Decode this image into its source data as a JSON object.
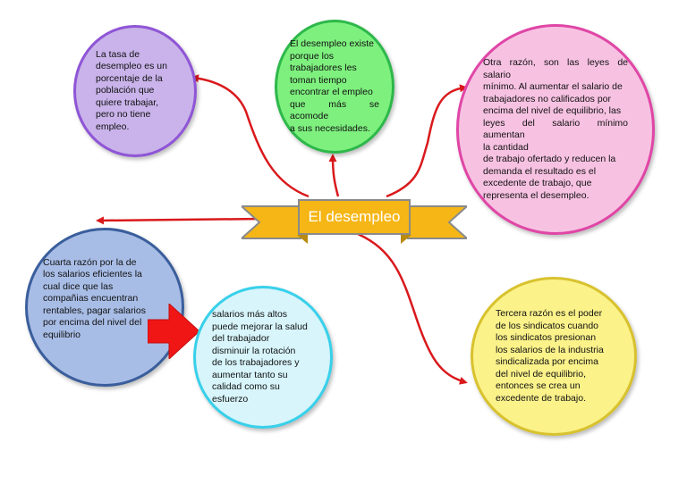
{
  "central": {
    "title": "El desempleo",
    "color": "#f5b616"
  },
  "nodes": [
    {
      "id": "tasa",
      "fill": "#c9b3ea",
      "border": "#8f55d6",
      "lines": [
        "La tasa de",
        "desempleo es un",
        "porcentaje de la",
        "población que",
        "quiere trabajar,",
        "pero no tiene",
        "empleo."
      ]
    },
    {
      "id": "existe",
      "fill": "#7ef07e",
      "border": "#2db84a",
      "lines": [
        "El desempleo existe",
        "porque los",
        "trabajadores les",
        "toman tiempo",
        "encontrar el empleo",
        "que más se acomode",
        "a sus necesidades."
      ]
    },
    {
      "id": "salario-minimo",
      "fill": "#f7c2e2",
      "border": "#e046a6",
      "lines": [
        "Otra razón, son las leyes de salario",
        "mínimo. Al aumentar el salario de",
        "trabajadores no calificados por",
        "encima del nivel de equilibrio, las",
        "leyes del salario mínimo aumentan",
        "la cantidad",
        "de trabajo ofertado y reducen la",
        "demanda el resultado es el",
        "excedente de trabajo, que",
        "representa el desempleo."
      ]
    },
    {
      "id": "salarios-eficientes",
      "fill": "#a8bde6",
      "border": "#3a5e9c",
      "lines": [
        "Cuarta razón por la de",
        "los salarios eficientes la",
        "cual dice que las",
        "compañias encuentran",
        "rentables, pagar salarios",
        "por encima del nivel del",
        "equilibrio"
      ]
    },
    {
      "id": "salarios-altos",
      "fill": "#d7f5fb",
      "border": "#38d0ea",
      "lines": [
        "salarios más altos",
        "puede mejorar la salud",
        "del trabajador",
        "disminuir la rotación",
        "de los trabajadores y",
        "aumentar tanto su",
        "calidad como su",
        "esfuerzo"
      ]
    },
    {
      "id": "sindicatos",
      "fill": "#fbf28a",
      "border": "#d8c22e",
      "lines": [
        "Tercera razón es el poder",
        "de los sindicatos cuando",
        "los sindicatos presionan",
        "los salarios de la industria",
        "sindicalizada por encima",
        "del nivel de equilibrio,",
        "entonces se crea un",
        "excedente de trabajo."
      ]
    }
  ],
  "colors": {
    "connector": "#d9191c",
    "banner_ribbon": "#f5b616",
    "banner_outline": "#8a8a8a",
    "big_arrow": "#f01616"
  }
}
